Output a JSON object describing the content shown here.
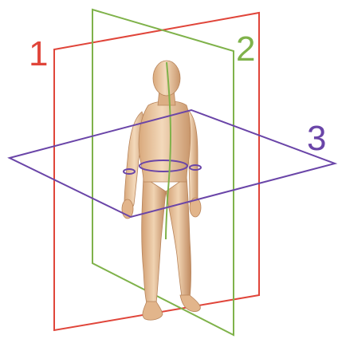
{
  "labels": {
    "plane_1": "1",
    "plane_2": "2",
    "plane_3": "3"
  },
  "colors": {
    "plane_1": "#e0453a",
    "plane_2": "#7fb24a",
    "plane_3": "#6a45a8",
    "skin": "#e8c6a0",
    "skin_shadow": "#c79a72",
    "background": "#ffffff"
  }
}
